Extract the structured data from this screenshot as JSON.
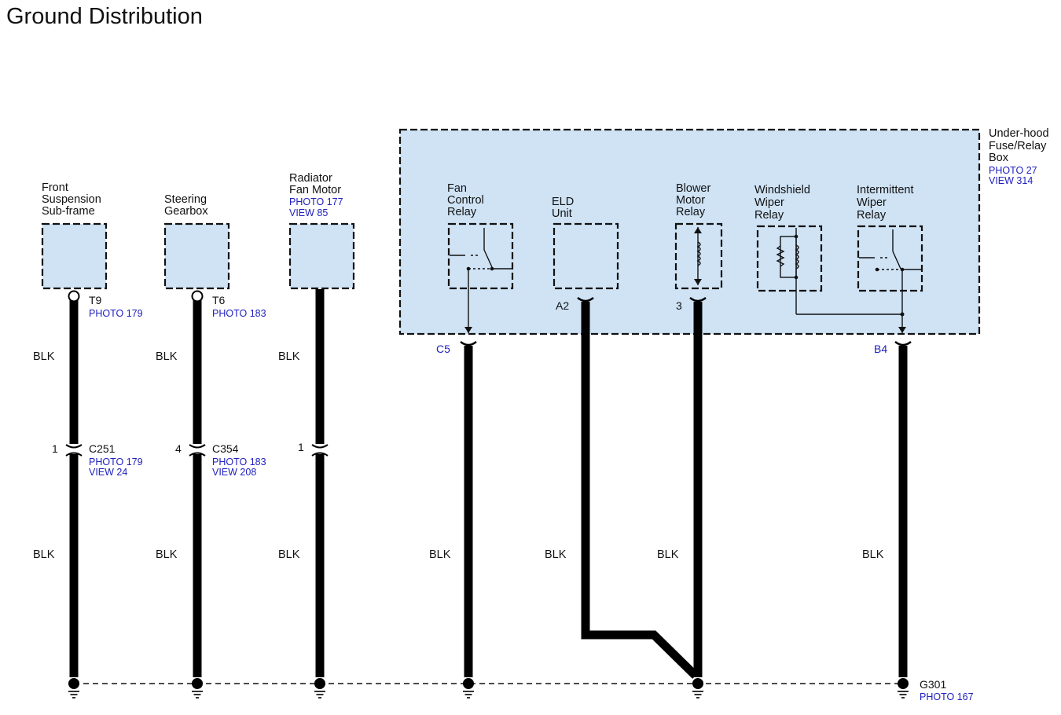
{
  "title": "Ground Distribution",
  "components": {
    "front_subframe": [
      "Front",
      "Suspension",
      "Sub-frame"
    ],
    "steering_gearbox": [
      "Steering",
      "Gearbox"
    ],
    "radiator_fan": [
      "Radiator",
      "Fan Motor"
    ],
    "radiator_fan_ref": [
      "PHOTO 177",
      "VIEW 85"
    ],
    "fuse_box": [
      "Under-hood",
      "Fuse/Relay",
      "Box"
    ],
    "fuse_box_ref": [
      "PHOTO 27",
      "VIEW 314"
    ],
    "fan_control_relay": [
      "Fan",
      "Control",
      "Relay"
    ],
    "eld_unit": [
      "ELD",
      "Unit"
    ],
    "blower_motor_relay": [
      "Blower",
      "Motor",
      "Relay"
    ],
    "windshield_wiper_relay": [
      "Windshield",
      "Wiper",
      "Relay"
    ],
    "intermittent_wiper_relay": [
      "Intermittent",
      "Wiper",
      "Relay"
    ]
  },
  "terminals": {
    "t9": "T9",
    "t9_ref": "PHOTO 179",
    "t6": "T6",
    "t6_ref": "PHOTO 183",
    "c5": "C5",
    "a2": "A2",
    "pin3": "3",
    "b4": "B4"
  },
  "connectors": {
    "c251_pin": "1",
    "c251": "C251",
    "c251_ref": [
      "PHOTO 179",
      "VIEW 24"
    ],
    "c354_pin": "4",
    "c354": "C354",
    "c354_ref": [
      "PHOTO 183",
      "VIEW 208"
    ],
    "rad_pin": "1"
  },
  "wire_color": "BLK",
  "ground": {
    "name": "G301",
    "ref": "PHOTO 167"
  },
  "colors": {
    "box_fill": "#cfe3f5",
    "ref_text": "#2020c0",
    "wire": "#000000"
  }
}
